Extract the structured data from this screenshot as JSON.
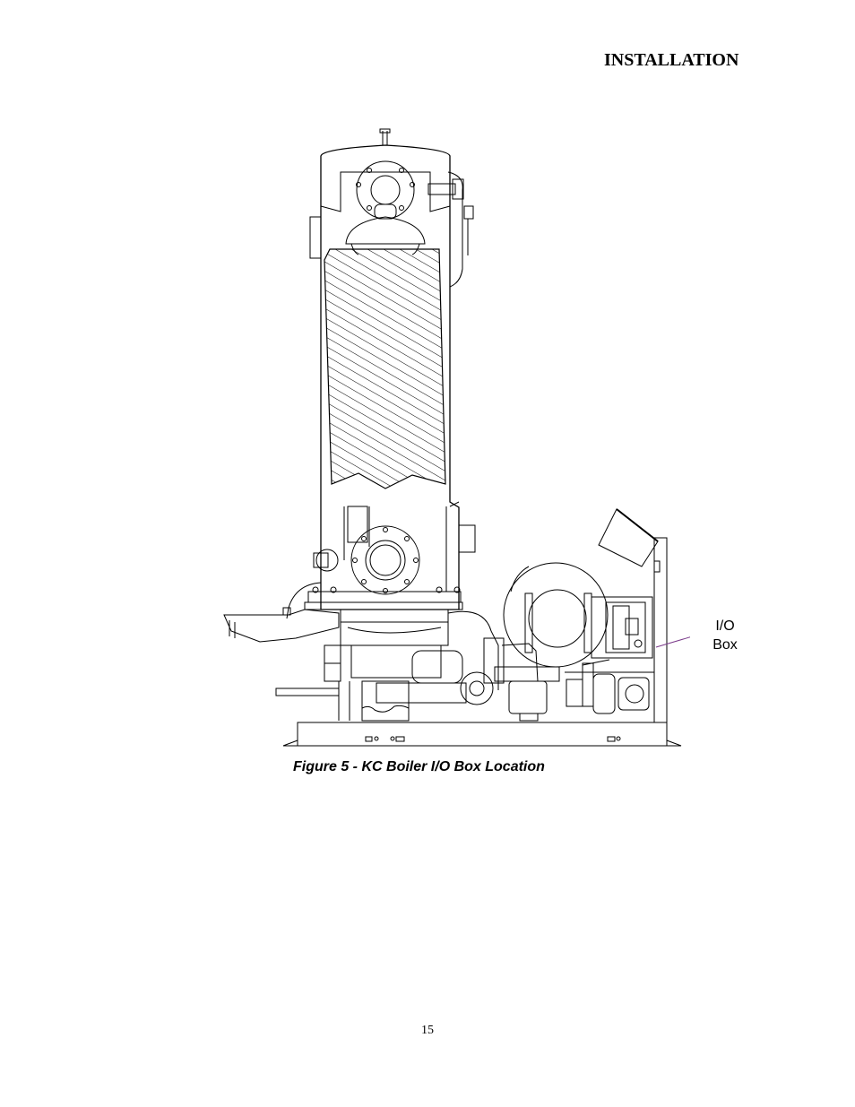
{
  "header": {
    "section_title": "INSTALLATION"
  },
  "figure": {
    "callout_lines": [
      "I/O",
      "Box"
    ],
    "caption": "Figure 5 - KC Boiler I/O Box Location",
    "callout_color": "#7a3a8a"
  },
  "footer": {
    "page_number": "15"
  }
}
